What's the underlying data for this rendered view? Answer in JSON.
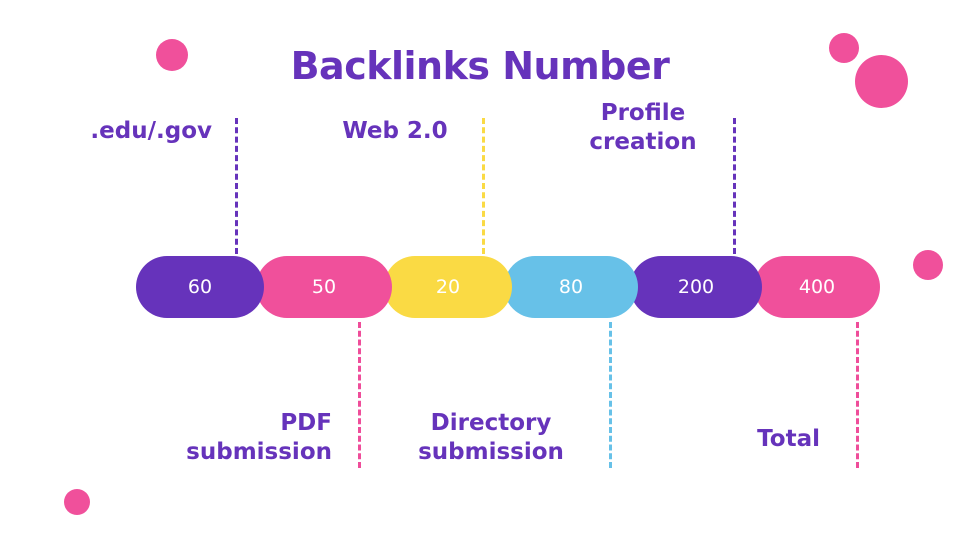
{
  "chart_data": {
    "type": "bar",
    "orientation": "horizontal-stacked",
    "title": "Backlinks Number",
    "xlabel": "",
    "ylabel": "",
    "grid": false,
    "legend": "none",
    "categories": [
      ".edu/.gov",
      "PDF submission",
      "Web 2.0",
      "Directory submission",
      "Profile creation",
      "Total"
    ],
    "values": [
      60,
      50,
      20,
      80,
      200,
      400
    ],
    "value_labels": [
      "60",
      "50",
      "20",
      "80",
      "200",
      "400"
    ],
    "colors": [
      "#6633bb",
      "#f0509b",
      "#fada44",
      "#67c1e8",
      "#6633bb",
      "#f0509b"
    ]
  },
  "title": {
    "text": "Backlinks Number",
    "color": "#6633bb"
  },
  "segments": [
    {
      "name": ".edu/.gov",
      "value_label": "60",
      "color": "#6633bb"
    },
    {
      "name": "PDF submission",
      "value_label": "50",
      "color": "#f0509b"
    },
    {
      "name": "Web 2.0",
      "value_label": "20",
      "color": "#fada44"
    },
    {
      "name": "Directory submission",
      "value_label": "80",
      "color": "#67c1e8"
    },
    {
      "name": "Profile creation",
      "value_label": "200",
      "color": "#6633bb"
    },
    {
      "name": "Total",
      "value_label": "400",
      "color": "#f0509b"
    }
  ],
  "callouts": {
    "edu_gov": {
      "label": ".edu/.gov",
      "connector_color": "#6633bb"
    },
    "web20": {
      "label": "Web 2.0",
      "connector_color": "#fada44"
    },
    "profile_creation": {
      "label": "Profile\ncreation",
      "connector_color": "#6633bb"
    },
    "pdf_submission": {
      "label": "PDF\nsubmission",
      "connector_color": "#ef4d9a"
    },
    "directory_submission": {
      "label": "Directory\nsubmission",
      "connector_color": "#67c1e8"
    },
    "total": {
      "label": "Total",
      "connector_color": "#ef4d9a"
    }
  },
  "theme": {
    "background": "#ffffff",
    "purple": "#6633bb",
    "pink": "#f0509b",
    "yellow": "#fada44",
    "blue": "#67c1e8",
    "label_color": "#6633bb",
    "value_text_color": "#ffffff"
  }
}
